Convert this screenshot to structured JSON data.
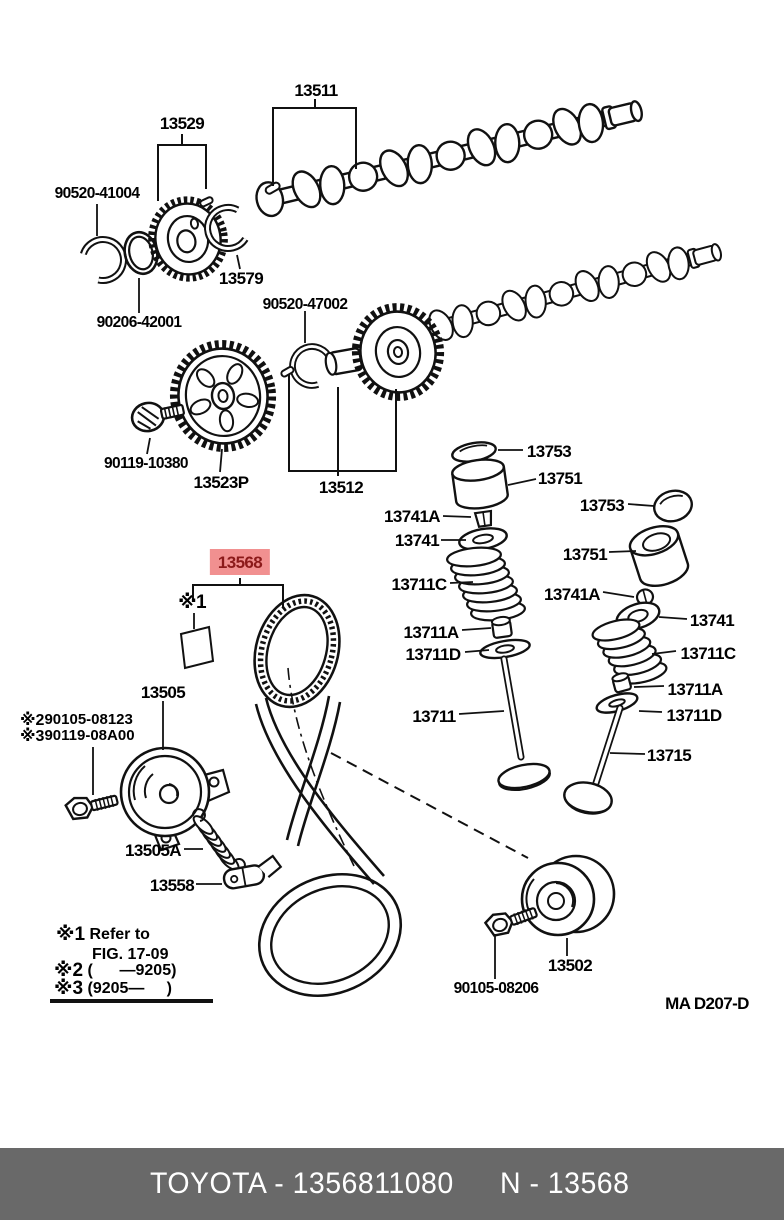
{
  "banner": {
    "left_text": "TOYOTA - 1356811080",
    "right_text": "N - 13568",
    "bg_color": "#696969",
    "text_color": "#ffffff"
  },
  "diagram_code": "MA D207-D",
  "highlight": {
    "bg_color": "#f19090",
    "text_color": "#8c1a1a"
  },
  "labels": {
    "camshaft_no1": "13511",
    "gear_upper": "13529",
    "snap_ring_upper": "90520-41004",
    "snap_ring_13579": "13579",
    "oring": "90206-42001",
    "snap_ring_lower": "90520-47002",
    "bolt_pulley": "90119-10380",
    "cam_pulley": "13523P",
    "gear_lower": "13512",
    "timing_belt": "13568",
    "cap_mid": "13753",
    "lifter_mid": "13751",
    "lock_mid": "13741A",
    "retainer_mid": "13741",
    "spring_mid": "13711C",
    "seat_mid": "13711A",
    "washer_mid": "13711D",
    "valve_intake": "13711",
    "cap_right": "13753",
    "lifter_right": "13751",
    "lock_right": "13741A",
    "retainer_right": "13741",
    "spring_right": "13711C",
    "seat_right": "13711A",
    "washer_right": "13711D",
    "valve_exhaust": "13715",
    "tensioner": "13505",
    "tensioner_spring": "13505A",
    "belt_bracket": "13558",
    "idler": "13502",
    "bolt_idler": "90105-08206"
  },
  "callout_marker": "※1",
  "side_refs": {
    "ref2_marker": "※2",
    "ref2_text": "90105-08123",
    "ref3_marker": "※3",
    "ref3_text": "90119-08A00"
  },
  "footnotes": {
    "row1_marker": "※1",
    "row1_text": "Refer to",
    "row2_text": "FIG. 17-09",
    "row3_marker": "※2",
    "row3_text": "(      —9205)",
    "row4_marker": "※3",
    "row4_text": "(9205—     )"
  }
}
